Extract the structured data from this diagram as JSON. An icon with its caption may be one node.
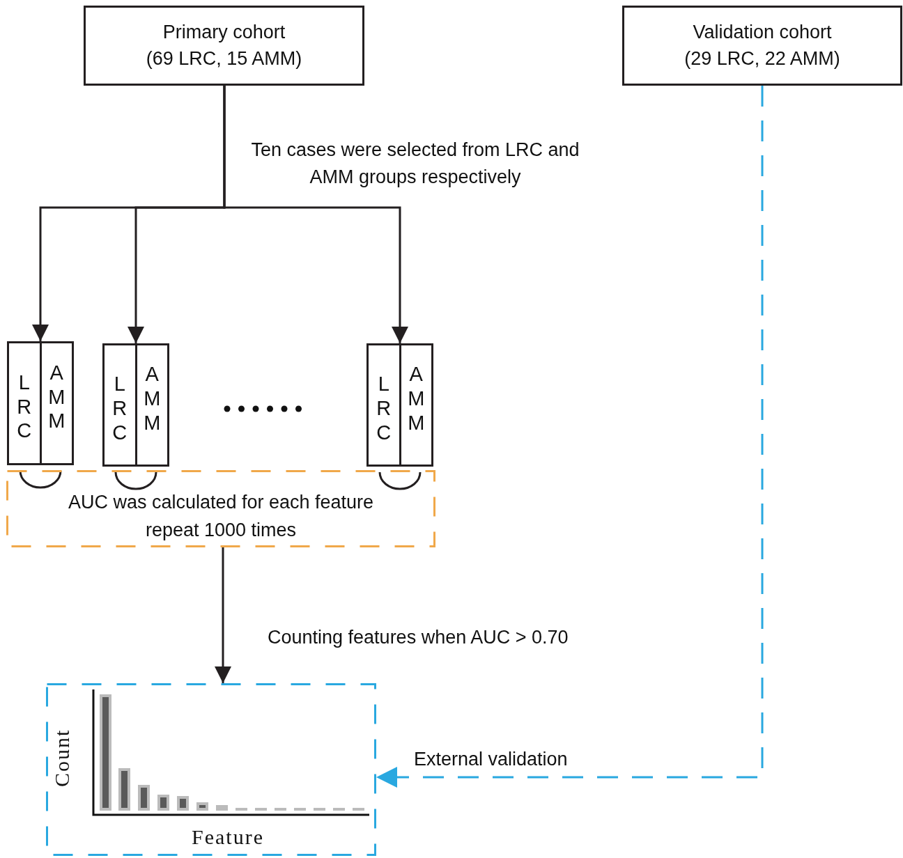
{
  "diagram": {
    "nodes": [
      {
        "text": [
          "Primary cohort",
          "(69 LRC, 15 AMM)"
        ]
      },
      {
        "text": [
          "Validation cohort",
          "(29 LRC, 22 AMM)"
        ]
      },
      {
        "text": [
          "LRC",
          "AMM"
        ]
      },
      {
        "text": [
          "LRC",
          "AMM"
        ]
      },
      {
        "text": [
          "LRC",
          "AMM"
        ]
      },
      {
        "text": [
          "AUC was calculated for each feature",
          "repeat 1000 times"
        ]
      },
      {
        "text": [],
        "shape": "box"
      }
    ],
    "edges": [
      {
        "from": 0,
        "to": 2,
        "arrow": "to",
        "label": "Ten cases were selected from LRC and AMM groups respectively"
      },
      {
        "from": 0,
        "to": 3,
        "arrow": "to"
      },
      {
        "from": 0,
        "to": 4,
        "arrow": "to"
      },
      {
        "from": 5,
        "to": 6,
        "arrow": "to",
        "label": "Counting features when AUC > 0.70"
      },
      {
        "from": 1,
        "to": 6,
        "arrow": "to",
        "label": "External validation",
        "style": "dashed",
        "color": "#29a8e0"
      }
    ],
    "labels": [
      "Count",
      "Feature"
    ]
  }
}
